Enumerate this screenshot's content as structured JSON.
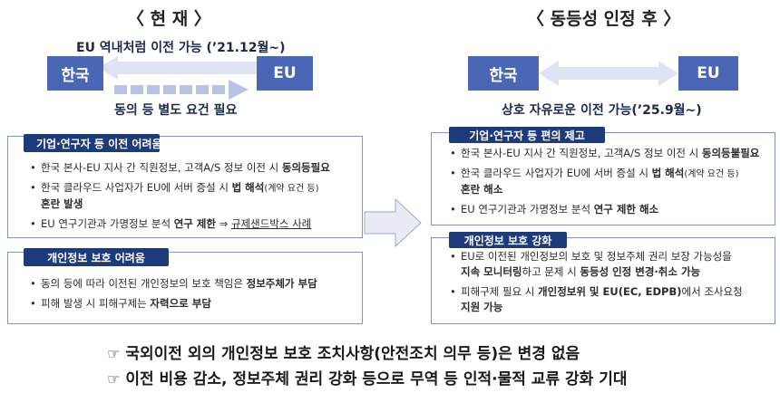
{
  "left": {
    "heading": "〈 현 재 〉",
    "transfer_label": "EU 역내처럼 이전 가능 (’21.12월~)",
    "node_korea": "한국",
    "node_eu": "EU",
    "consent_label": "동의 등 별도 요건 필요",
    "box1": {
      "title": "기업·연구자 등 이전 어려움",
      "items": [
        {
          "a": "한국 본사-EU 지사 간 직원정보, 고객A/S 정보 이전 시 ",
          "b": "동의등필요"
        },
        {
          "a": "한국 클라우드 사업자가 EU에 서버 증설 시 ",
          "b": "법 해석",
          "c": "(계약 요건 등)",
          "d": "혼란 발생"
        },
        {
          "a": "EU 연구기관과 가명정보 분석 ",
          "b": "연구 제한",
          "c": " ⇒ ",
          "d": "규제샌드박스 사례"
        }
      ]
    },
    "box2": {
      "title": "개인정보 보호 어려움",
      "items": [
        {
          "a": "동의 등에 따라 이전된 개인정보의 보호 책임은 ",
          "b": "정보주체가 부담"
        },
        {
          "a": "피해 발생 시 피해구제는 ",
          "b": "자력으로 부담"
        }
      ]
    }
  },
  "right": {
    "heading": "〈 동등성 인정 후 〉",
    "node_korea": "한국",
    "node_eu": "EU",
    "free_label": "상호 자유로운 이전 가능(’25.9월~)",
    "box1": {
      "title": "기업·연구자 등 편의 제고",
      "items": [
        {
          "a": "한국 본사-EU 지사 간 직원정보, 고객A/S 정보 이전 시 ",
          "b": "동의등불필요"
        },
        {
          "a": "한국 클라우드 사업자가 EU에 서버 증설 시 ",
          "b": "법 해석",
          "c": "(계약 요건 등)",
          "d": "혼란 해소"
        },
        {
          "a": "EU 연구기관과 가명정보 분석 ",
          "b": "연구 제한 해소"
        }
      ]
    },
    "box2": {
      "title": "개인정보 보호 강화",
      "items": [
        {
          "a": "EU로 이전된 개인정보의 보호 및 정보주체 권리 보장 가능성을",
          "b": "지속 모니터링",
          "c": "하고 문제 시 ",
          "d": "동등성 인정 변경·취소 가능"
        },
        {
          "a": "피해구제 필요 시 ",
          "b": "개인정보위 및 EU(EC, EDPB)",
          "c": "에서 조사요청",
          "d": "지원 가능"
        }
      ]
    }
  },
  "footer": {
    "hand_glyph": "☞",
    "line1": "국외이전 외의 개인정보 보호 조치사항(안전조치 의무 등)은 변경 없음",
    "line2": "이전 비용 감소, 정보주체 권리 강화 등으로 무역 등 인적·물적 교류 강화 기대"
  },
  "colors": {
    "node": "#4a67b5",
    "pill": "#1d3b7a",
    "arrow": "#dfe3f3",
    "dotted_arrow": "#b8c3e6",
    "panel_border": "#7f96c4"
  }
}
